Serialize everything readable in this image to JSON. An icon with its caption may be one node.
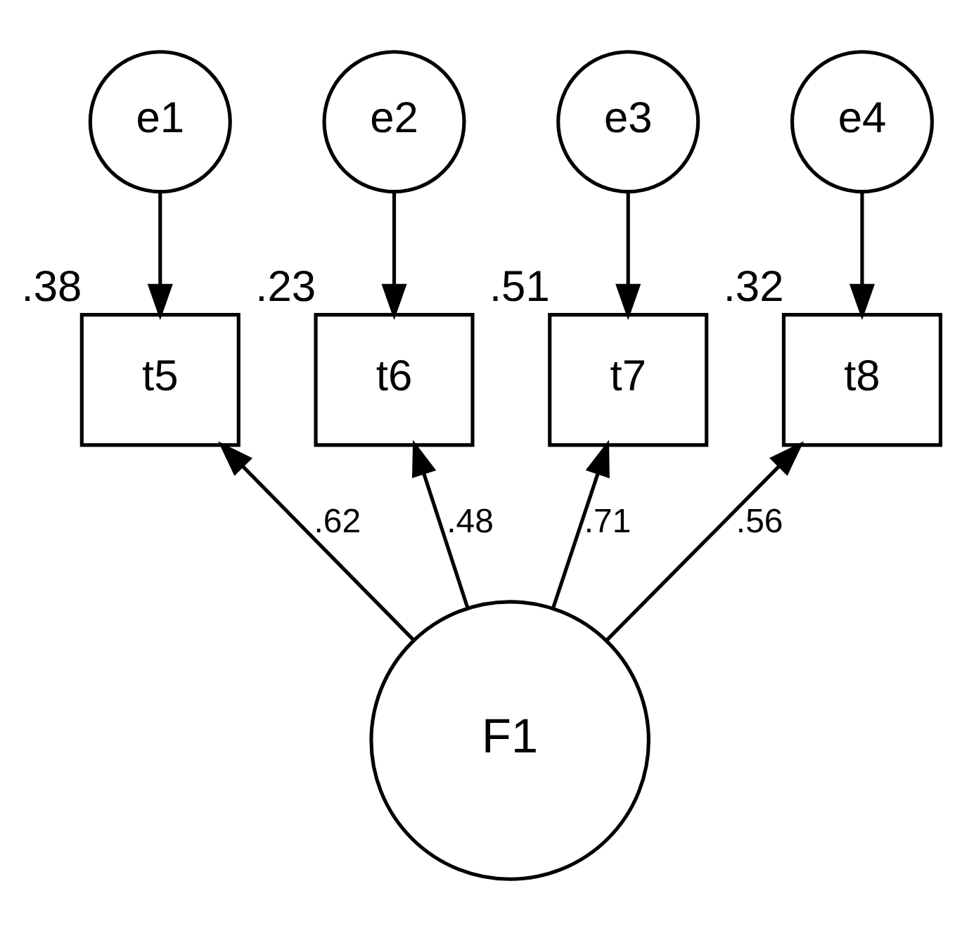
{
  "diagram": {
    "nodes": [
      {
        "text": [
          "e1"
        ]
      },
      {
        "text": [
          "e2"
        ]
      },
      {
        "text": [
          "e3"
        ]
      },
      {
        "text": [
          "e4"
        ]
      },
      {
        "text": [
          "t5"
        ],
        "beside": [
          ".38"
        ]
      },
      {
        "text": [
          "t6"
        ],
        "beside": [
          ".23"
        ]
      },
      {
        "text": [
          "t7"
        ],
        "beside": [
          ".51"
        ]
      },
      {
        "text": [
          "t8"
        ],
        "beside": [
          ".32"
        ]
      },
      {
        "text": [
          "F1"
        ]
      }
    ],
    "edges": [
      {
        "from": 0,
        "to": 4,
        "arrow": "to"
      },
      {
        "from": 1,
        "to": 5,
        "arrow": "to"
      },
      {
        "from": 2,
        "to": 6,
        "arrow": "to"
      },
      {
        "from": 3,
        "to": 7,
        "arrow": "to"
      },
      {
        "from": 8,
        "to": 4,
        "arrow": "to",
        "label": ".62"
      },
      {
        "from": 8,
        "to": 5,
        "arrow": "to",
        "label": ".48"
      },
      {
        "from": 8,
        "to": 6,
        "arrow": "to",
        "label": ".71"
      },
      {
        "from": 8,
        "to": 7,
        "arrow": "to",
        "label": ".56"
      }
    ]
  }
}
